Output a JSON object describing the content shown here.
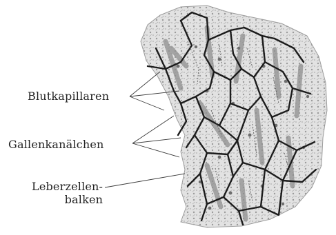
{
  "labels": {
    "blutkapillaren": "Blutkapillaren",
    "gallenkanaelchen": "Gallenkanälchen",
    "leberzellen_line1": "Leberzellen-",
    "leberzellen_line2": "balken"
  }
}
